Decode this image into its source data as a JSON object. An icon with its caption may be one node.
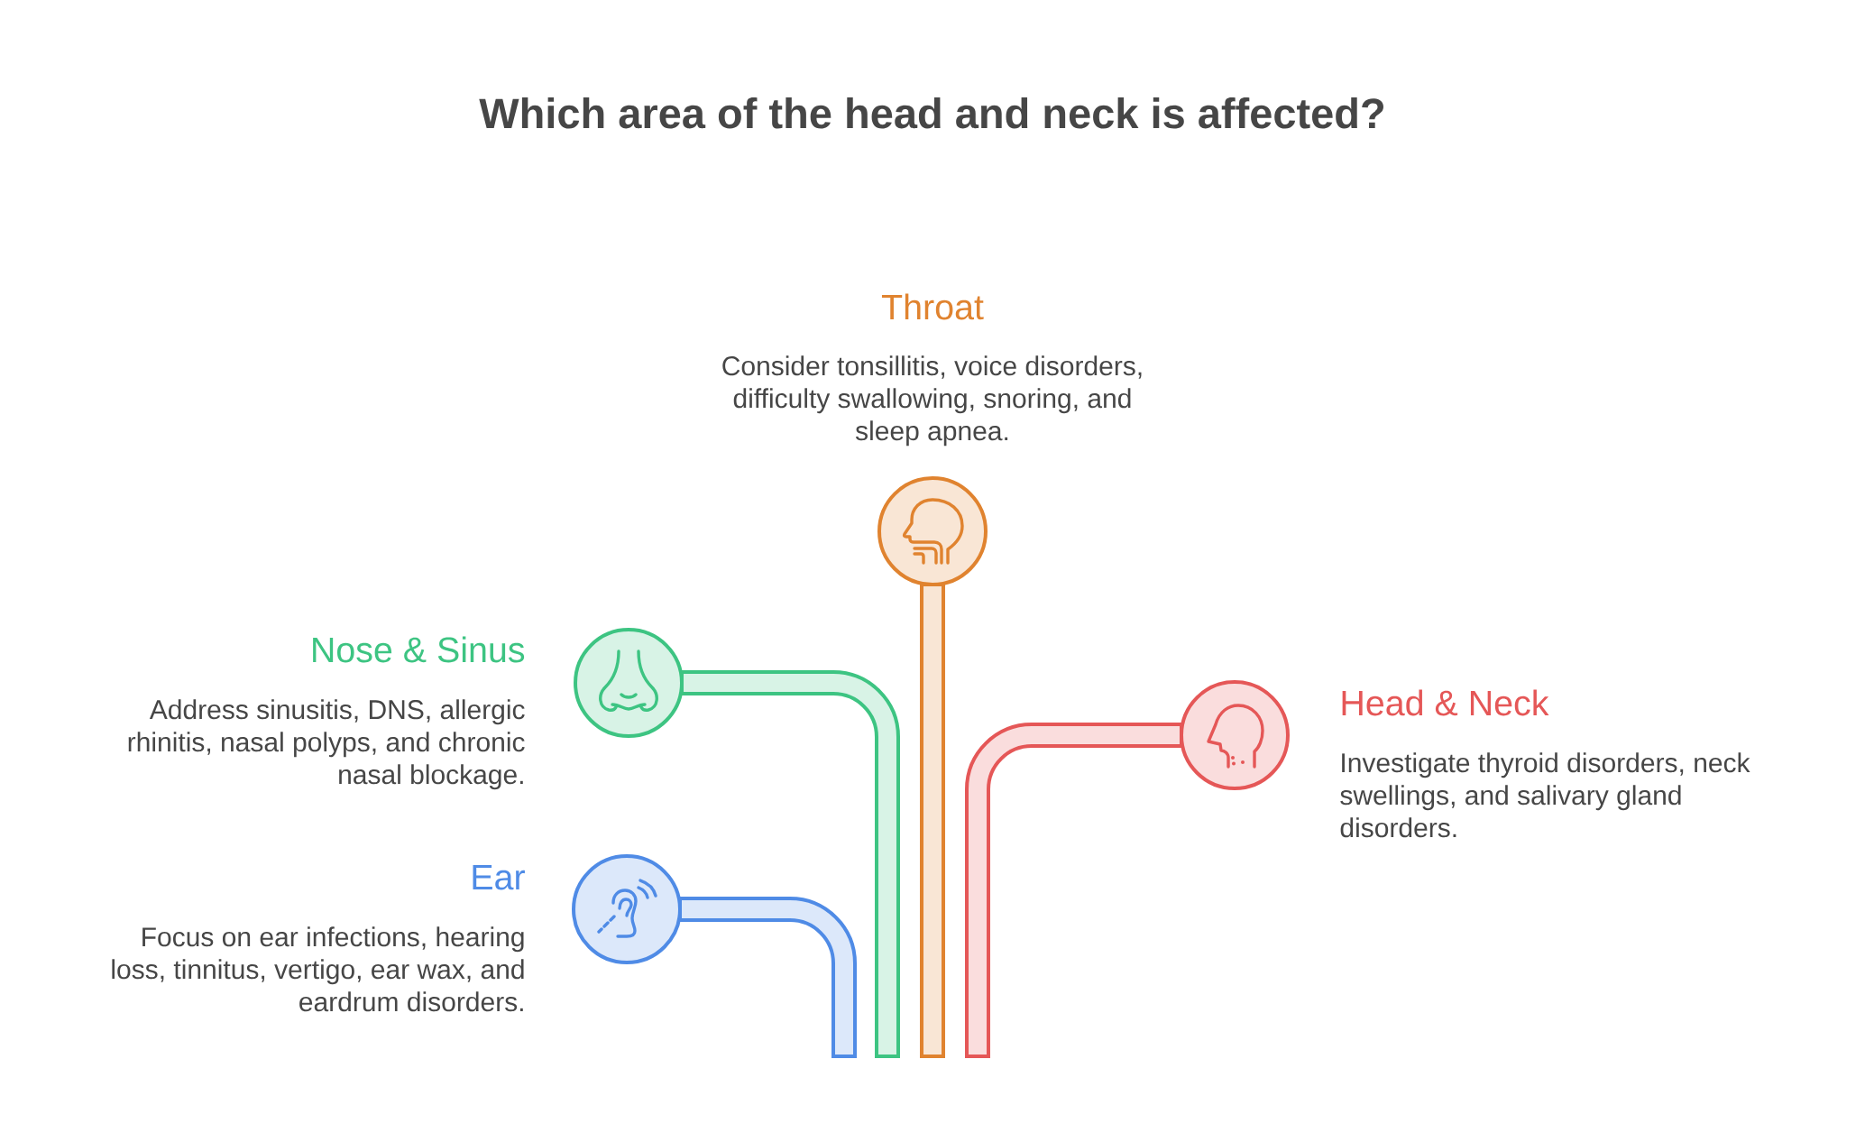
{
  "diagram": {
    "title": "Which area of the head and neck is affected?",
    "nodes": [
      {
        "text": [],
        "shape": "circle",
        "beside": [
          "Throat",
          "Consider tonsillitis, voice disorders, difficulty swallowing, snoring, and sleep apnea."
        ]
      },
      {
        "text": [],
        "shape": "circle",
        "beside": [
          "Nose & Sinus",
          "Address sinusitis, DNS, allergic rhinitis, nasal polyps, and chronic nasal blockage."
        ]
      },
      {
        "text": [],
        "shape": "circle",
        "beside": [
          "Head & Neck",
          "Investigate thyroid disorders, neck swellings, and salivary gland disorders."
        ]
      },
      {
        "text": [],
        "shape": "circle",
        "beside": [
          "Ear",
          "Focus on ear infections, hearing loss, tinnitus, vertigo, ear wax, and eardrum disorders."
        ]
      }
    ],
    "edges": [
      {
        "from": 0,
        "to": null,
        "arrow": "none",
        "color": "#e0832f"
      },
      {
        "from": 1,
        "to": null,
        "arrow": "none",
        "color": "#3dc482"
      },
      {
        "from": 2,
        "to": null,
        "arrow": "none",
        "color": "#e55757"
      },
      {
        "from": 3,
        "to": null,
        "arrow": "none",
        "color": "#4f8be6"
      }
    ]
  }
}
